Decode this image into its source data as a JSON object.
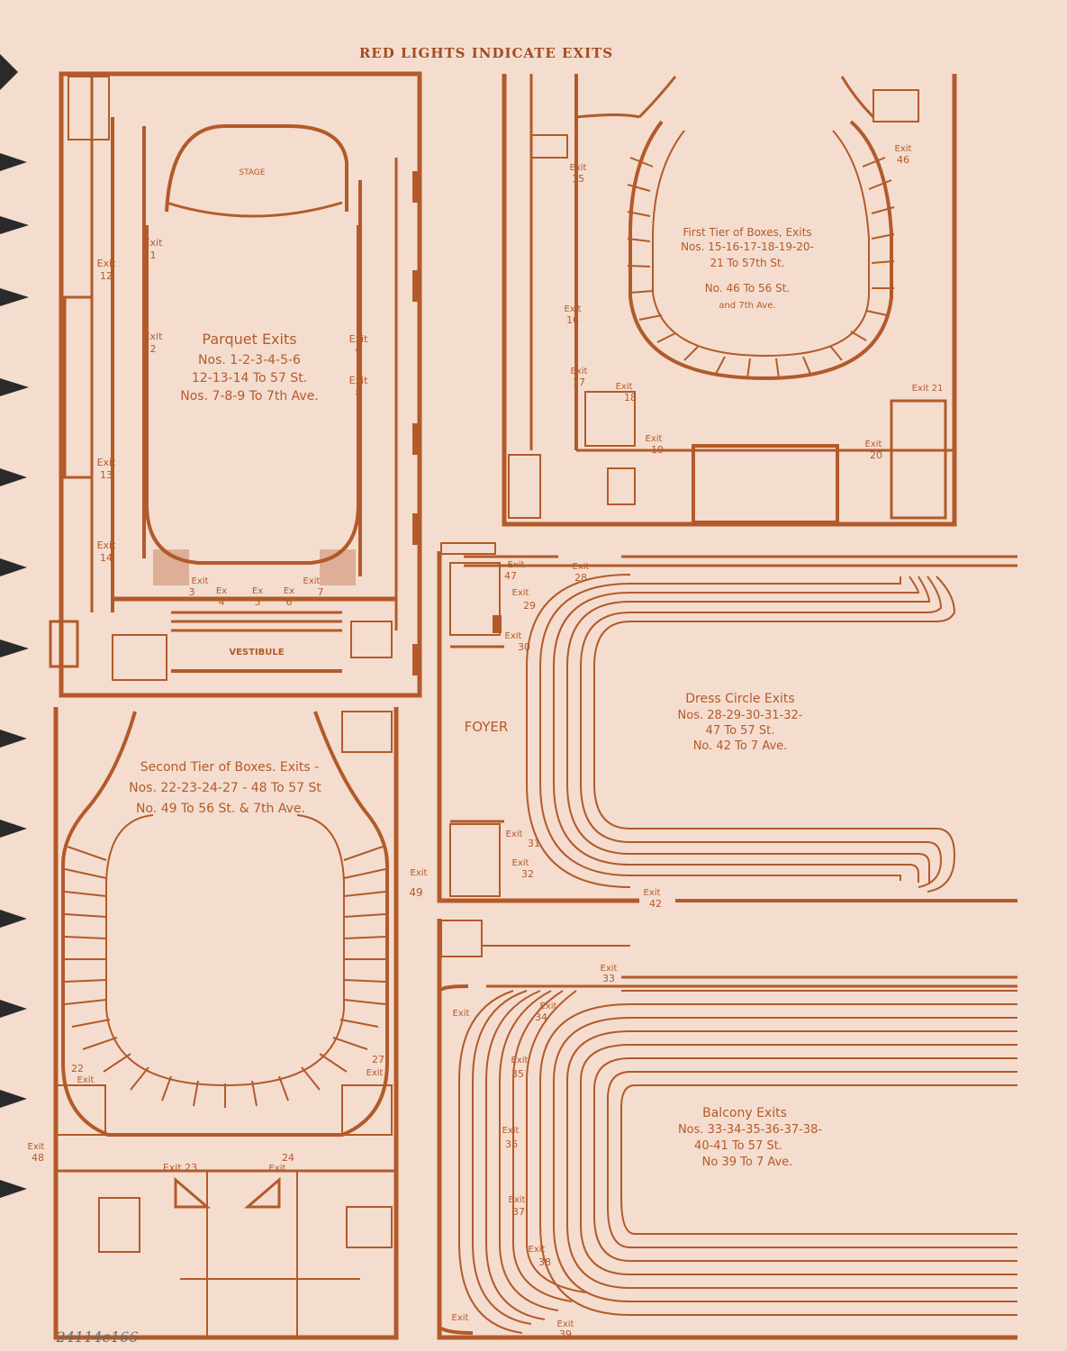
{
  "header": {
    "title": "RED LIGHTS INDICATE EXITS"
  },
  "colors": {
    "ink": "#b35a2a",
    "paper": "#f4ddcf",
    "pencil": "#6a6a6a"
  },
  "parquet": {
    "stage": "STAGE",
    "vestibule": "VESTIBULE",
    "title": "Parquet Exits",
    "line1": "Nos. 1-2-3-4-5-6",
    "line2": "12-13-14 To 57 St.",
    "line3": "Nos. 7-8-9 To 7th Ave.",
    "exit1": "1",
    "exit2": "2",
    "exit3": "3",
    "exit4": "4",
    "exit5": "5",
    "exit6": "6",
    "exit7": "7",
    "exit8": "8",
    "exit9": "9",
    "exit12": "12",
    "exit13": "13",
    "exit14": "14",
    "exit": "Exit",
    "ex": "Ex"
  },
  "first_tier": {
    "line1": "First Tier of Boxes, Exits",
    "line2": "Nos. 15-16-17-18-19-20-",
    "line3": "21 To 57th St.",
    "line4": "No. 46 To 56 St.",
    "line5": "and 7th Ave.",
    "exit15": "15",
    "exit16": "16",
    "exit17": "17",
    "exit18": "18",
    "exit19": "19",
    "exit20": "20",
    "exit21": "Exit 21",
    "exit46": "46",
    "exit": "Exit"
  },
  "dress_circle": {
    "foyer": "FOYER",
    "title": "Dress Circle Exits",
    "line1": "Nos. 28-29-30-31-32-",
    "line2": "47 To 57 St.",
    "line3": "No. 42 To 7 Ave.",
    "exit28": "28",
    "exit29": "29",
    "exit30": "30",
    "exit31": "31",
    "exit32": "32",
    "exit42": "42",
    "exit47": "47",
    "exit": "Exit"
  },
  "second_tier": {
    "line1": "Second Tier of Boxes. Exits -",
    "line2": "Nos. 22-23-24-27 - 48 To 57 St",
    "line3": "No. 49 To 56 St. & 7th Ave.",
    "exit22": "22",
    "exit23": "Exit 23",
    "exit24": "24",
    "exit27": "27",
    "exit48": "48",
    "exit49": "49",
    "exit": "Exit"
  },
  "balcony": {
    "title": "Balcony Exits",
    "line1": "Nos. 33-34-35-36-37-38-",
    "line2": "40-41 To 57 St.",
    "line3": "No 39 To 7 Ave.",
    "exit33": "33",
    "exit34": "34",
    "exit35": "35",
    "exit36": "36",
    "exit37": "37",
    "exit38": "38",
    "exit39": "39",
    "exit": "Exit"
  },
  "annotation": {
    "pencil": "24114e166"
  }
}
